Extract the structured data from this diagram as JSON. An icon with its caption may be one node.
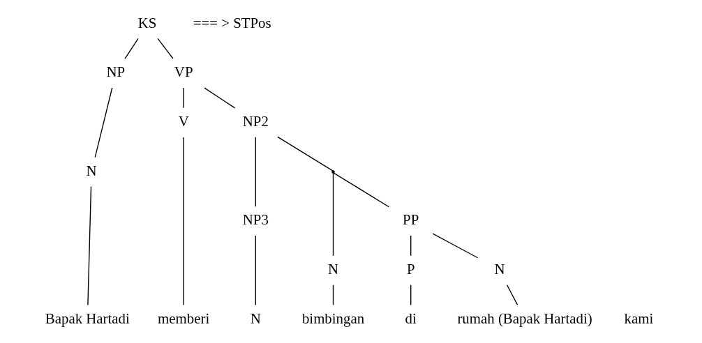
{
  "diagram": {
    "nodes": [
      {
        "text": [
          "KS"
        ]
      },
      {
        "text": [
          "NP"
        ]
      },
      {
        "text": [
          "VP"
        ]
      },
      {
        "text": [
          "N"
        ]
      },
      {
        "text": [
          "V"
        ]
      },
      {
        "text": [
          "NP2"
        ]
      },
      {
        "text": [
          "NP3"
        ]
      },
      {
        "text": [],
        "shape": "point"
      },
      {
        "text": [
          "N"
        ]
      },
      {
        "text": [
          "PP"
        ]
      },
      {
        "text": [
          "N"
        ]
      },
      {
        "text": [
          "P"
        ]
      },
      {
        "text": [
          "N"
        ]
      },
      {
        "text": [
          "Bapak Hartadi"
        ]
      },
      {
        "text": [
          "memberi"
        ]
      },
      {
        "text": [
          "bimbingan"
        ]
      },
      {
        "text": [
          "di"
        ]
      },
      {
        "text": [
          "rumah (Bapak Hartadi)"
        ]
      }
    ],
    "edges": [
      {
        "from": 0,
        "to": 1,
        "arrow": "none"
      },
      {
        "from": 0,
        "to": 2,
        "arrow": "none"
      },
      {
        "from": 1,
        "to": 3,
        "arrow": "none"
      },
      {
        "from": 2,
        "to": 4,
        "arrow": "none"
      },
      {
        "from": 2,
        "to": 5,
        "arrow": "none"
      },
      {
        "from": 5,
        "to": 6,
        "arrow": "none"
      },
      {
        "from": 5,
        "to": 7,
        "arrow": "none"
      },
      {
        "from": 6,
        "to": 10,
        "arrow": "none"
      },
      {
        "from": 7,
        "to": 8,
        "arrow": "none"
      },
      {
        "from": 7,
        "to": 9,
        "arrow": "none"
      },
      {
        "from": 9,
        "to": 11,
        "arrow": "none"
      },
      {
        "from": 9,
        "to": 12,
        "arrow": "none"
      },
      {
        "from": 3,
        "to": 13,
        "arrow": "none"
      },
      {
        "from": 4,
        "to": 14,
        "arrow": "none"
      },
      {
        "from": 8,
        "to": 15,
        "arrow": "none"
      },
      {
        "from": 11,
        "to": 16,
        "arrow": "none"
      },
      {
        "from": 12,
        "to": 17,
        "arrow": "none"
      }
    ],
    "labels": [
      "=== > STPos",
      "kami"
    ]
  }
}
